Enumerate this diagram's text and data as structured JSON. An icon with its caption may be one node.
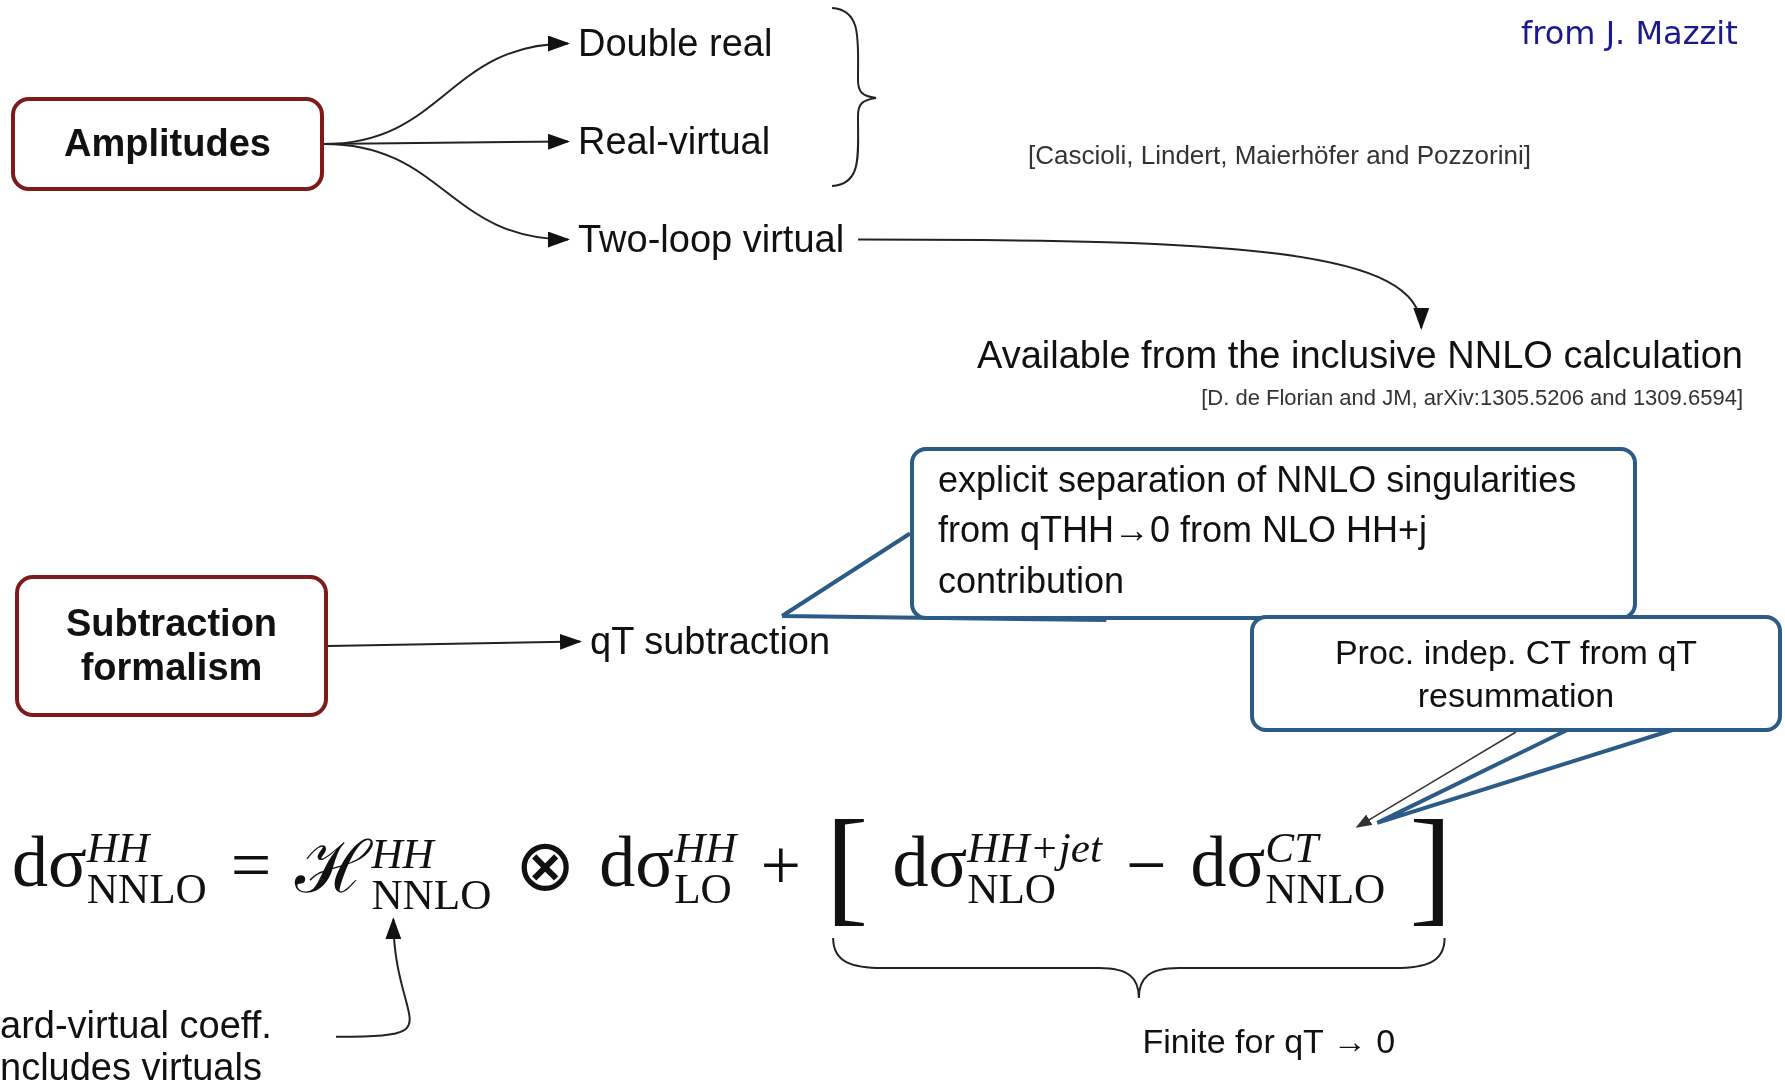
{
  "diagram": {
    "nodes": [
      {
        "text": [
          "Amplitudes"
        ]
      },
      {
        "text": [
          "Double real"
        ]
      },
      {
        "text": [
          "Real-virtual"
        ]
      },
      {
        "text": [
          "Two-loop virtual"
        ]
      },
      {
        "text": [
          "Available from the inclusive NNLO calculation"
        ],
        "beside": [
          "[D. de Florian and JM, arXiv:1305.5206 and 1309.6594]"
        ]
      },
      {
        "text": [
          "explicit separation of NNLO singularities from qTHH→0 from NLO HH+j contribution"
        ]
      },
      {
        "text": [
          "Subtraction formalism"
        ]
      },
      {
        "text": [
          "qT subtraction"
        ]
      },
      {
        "text": [
          "Proc. indep. CT from qT resummation"
        ]
      },
      {
        "text": [
          "ℋ$^{HH}$$_{NNLO}$"
        ]
      },
      {
        "text": [
          "dσ$^{CT}$$_{NNLO}$"
        ]
      },
      {
        "text": [
          "ard-virtual coeff. ncludes virtuals"
        ]
      }
    ],
    "edges": [
      {
        "from": 0,
        "to": 1,
        "arrow": "to"
      },
      {
        "from": 0,
        "to": 2,
        "arrow": "to"
      },
      {
        "from": 0,
        "to": 3,
        "arrow": "to"
      },
      {
        "from": 3,
        "to": 4,
        "arrow": "to"
      },
      {
        "from": 6,
        "to": 7,
        "arrow": "to"
      },
      {
        "from": 5,
        "to": 7,
        "arrow": "none",
        "color": "#2b5b86"
      },
      {
        "from": 8,
        "to": 10,
        "arrow": "to"
      },
      {
        "from": 11,
        "to": 9,
        "arrow": "to"
      }
    ],
    "labels": [
      "from J. Mazzit",
      "[Cascioli, Lindert, Maierhöfer and Pozzorini]",
      "dσ$^{HH}$$_{NNLO}$",
      "=",
      "⊗",
      "dσ$^{HH}$$_{LO}$",
      "+",
      "[",
      "dσ$^{HH+jet}$$_{NLO}$",
      "−",
      "]",
      "Finite for qT → 0"
    ]
  }
}
